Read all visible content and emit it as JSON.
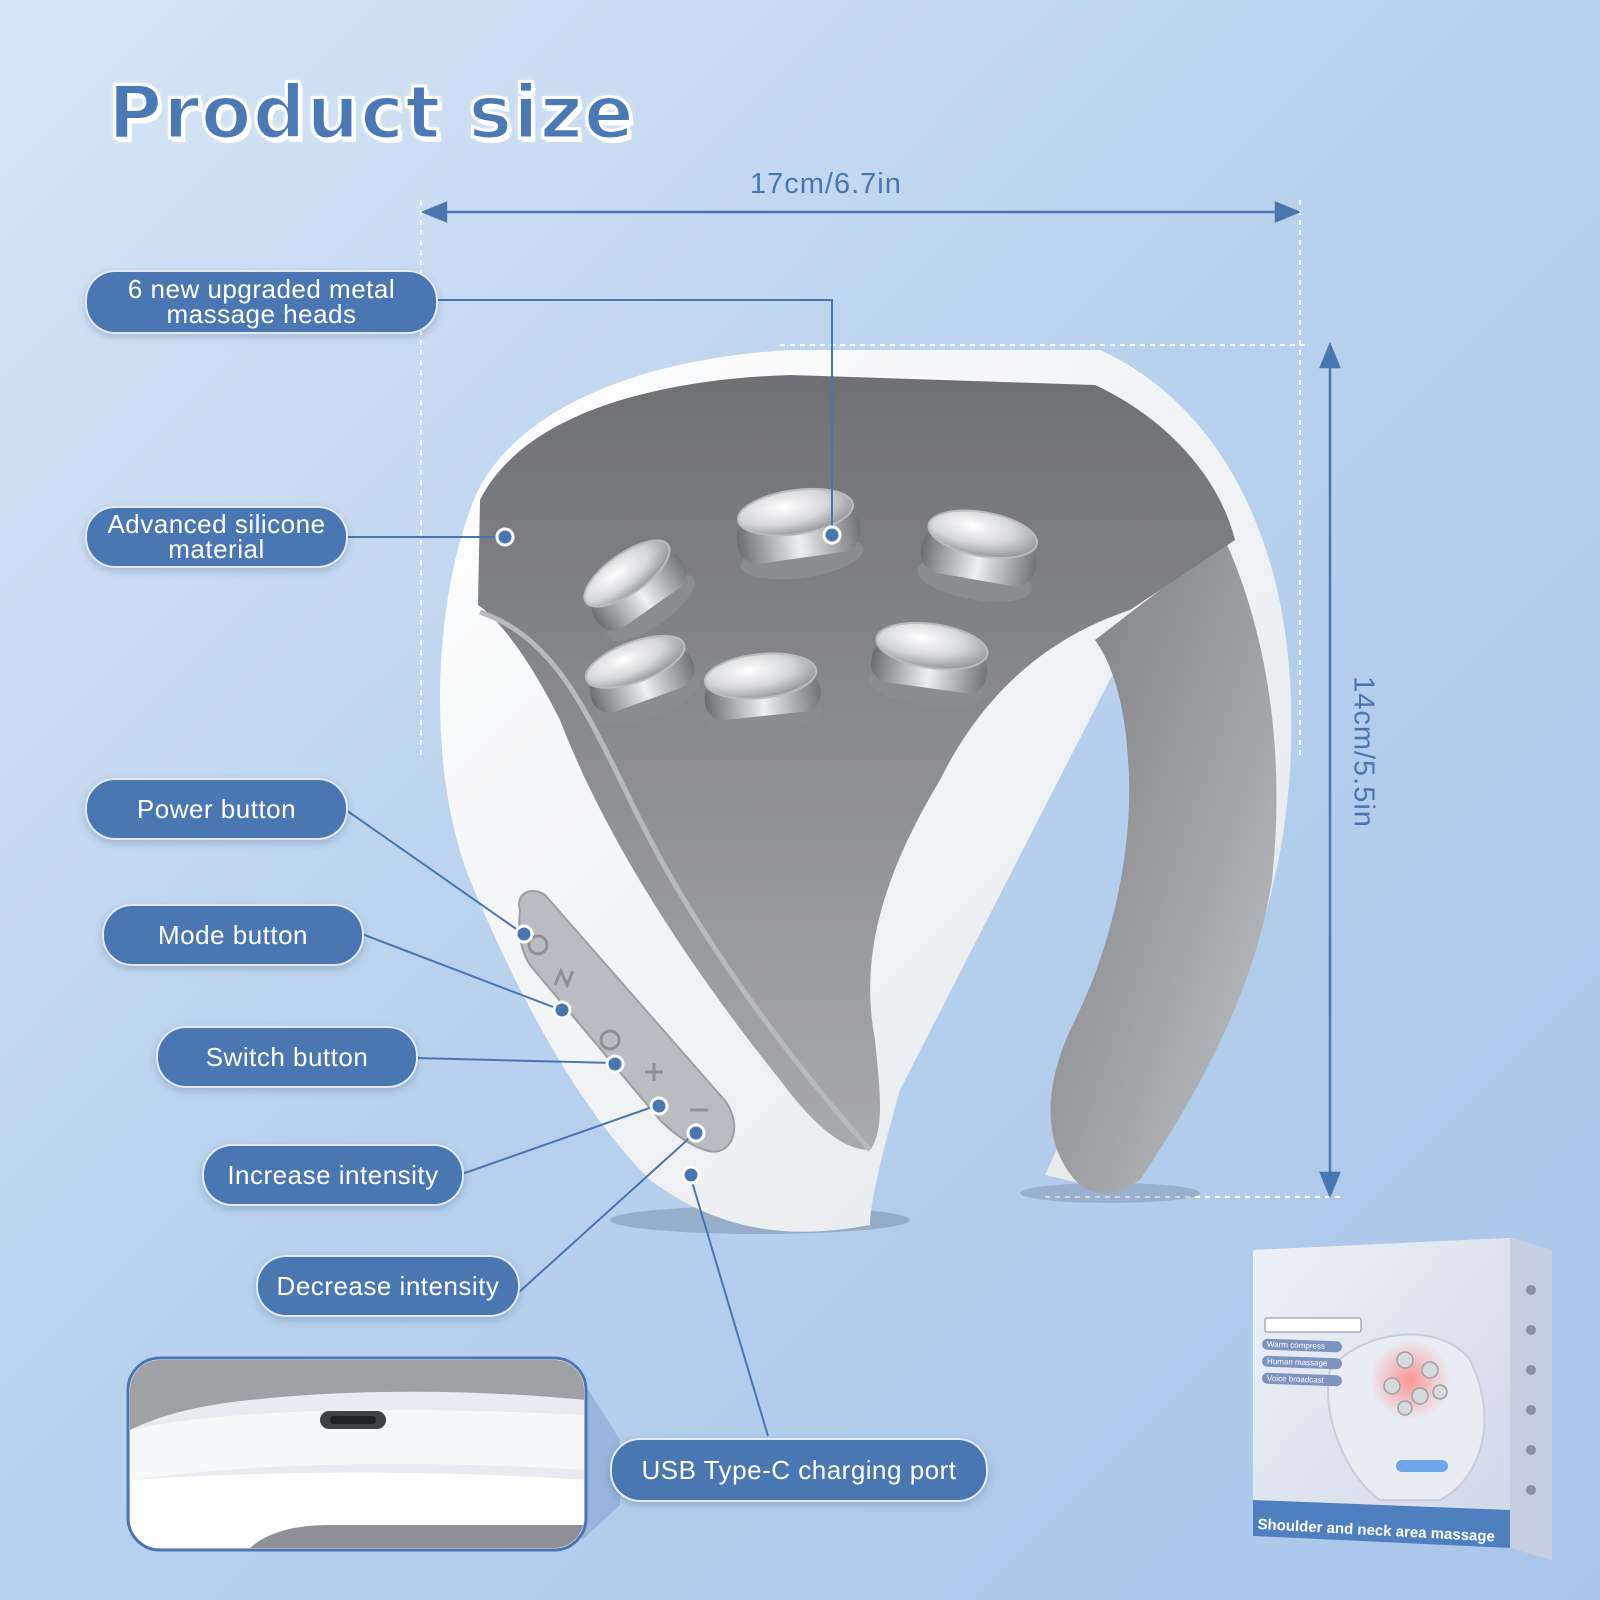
{
  "title": "Product size",
  "dimensions": {
    "width_label": "17cm/6.7in",
    "height_label": "14cm/5.5in"
  },
  "callouts": {
    "metal_heads": [
      "6 new upgraded metal",
      "massage heads"
    ],
    "silicone": [
      "Advanced silicone",
      "material"
    ],
    "power": "Power button",
    "mode": "Mode button",
    "switch": "Switch button",
    "increase": "Increase intensity",
    "decrease": "Decrease intensity",
    "usb": "USB Type-C charging port"
  },
  "package": {
    "features": [
      "Warm compress",
      "Human massage",
      "Voice broadcast"
    ],
    "banner": "Shoulder and neck area massage"
  },
  "colors": {
    "accent": "#4a76b1",
    "title": "#4a79b5",
    "device_gray": "#8e8f92",
    "device_white": "#f4f5f7"
  }
}
